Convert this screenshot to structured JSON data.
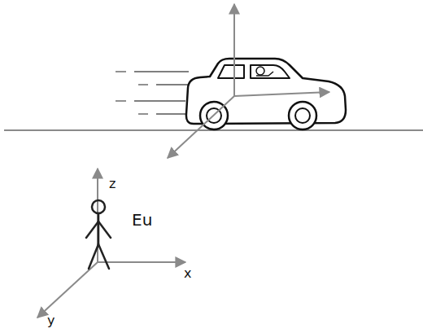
{
  "diagram": {
    "labels": [
      "z",
      "Eu",
      "x",
      "y"
    ]
  }
}
